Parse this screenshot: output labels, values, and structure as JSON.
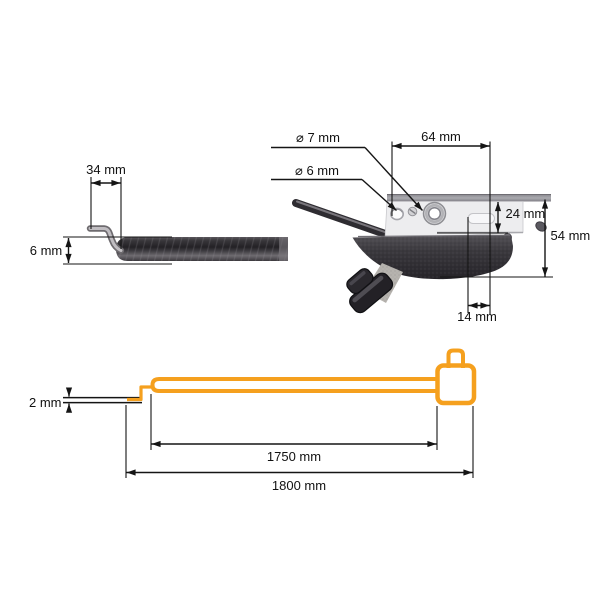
{
  "page": {
    "kind": "technical dimension diagram",
    "background": "#ffffff"
  },
  "colors": {
    "accent_orange": "#F5A01E",
    "dimension_line": "#151515",
    "label_text": "#111111",
    "cable_dark": "#2e2c31",
    "plate_silver": "#ededef",
    "lever_charcoal": "#3b393e"
  },
  "cable_end": {
    "width_label": "34 mm",
    "height_label": "6 mm"
  },
  "bracket": {
    "hole_large_label": "⌀ 7 mm",
    "hole_small_label": "⌀ 6 mm",
    "width_label": "64 mm",
    "plate_height_label": "24 mm",
    "total_height_label": "54 mm",
    "offset_label": "14 mm"
  },
  "cable_outline": {
    "wire_thickness_label": "2 mm",
    "sheath_length_label": "1750 mm",
    "total_length_label": "1800 mm"
  }
}
